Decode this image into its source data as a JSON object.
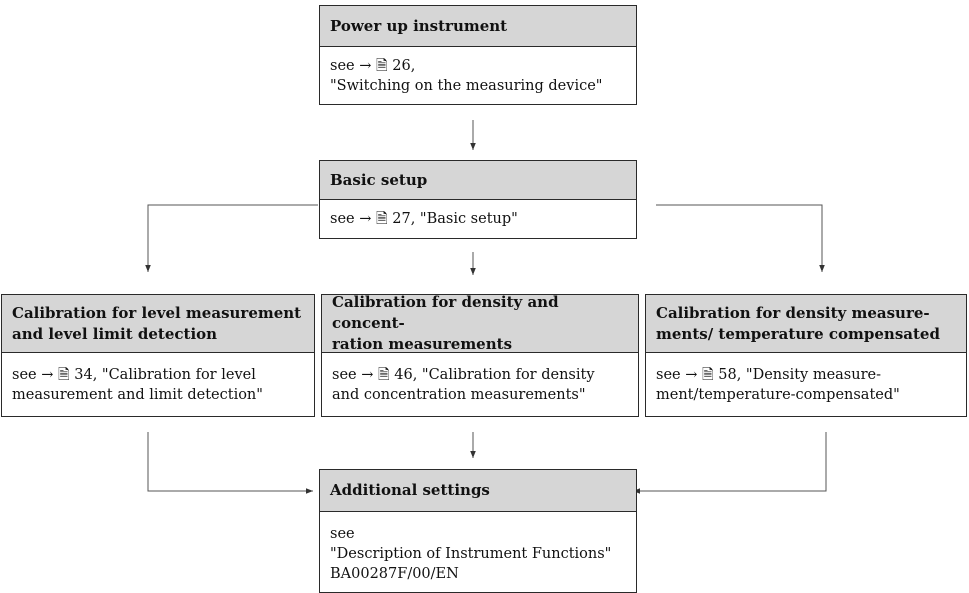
{
  "nodes": {
    "power_up": {
      "title": "Power up instrument",
      "text": "see → 🗎 26,\n\"Switching on the measuring device\""
    },
    "basic_setup": {
      "title": "Basic setup",
      "text": "see → 🗎 27, \"Basic setup\""
    },
    "calib_level": {
      "title": "Calibration for level measurement\nand level limit detection",
      "text": "see → 🗎 34, \"Calibration for level\nmeasurement and limit detection\""
    },
    "calib_density": {
      "title": "Calibration for density and concent-\nration measurements",
      "text": "see → 🗎 46, \"Calibration for density\nand concentration measurements\""
    },
    "calib_density_temp": {
      "title": "Calibration for density measure-\nments/ temperature compensated",
      "text": "see → 🗎 58, \"Density measure-\nment/temperature-compensated\""
    },
    "additional": {
      "title": "Additional settings",
      "text": "see\n\"Description of Instrument Functions\"\nBA00287F/00/EN"
    }
  },
  "colors": {
    "header_fill": "#d6d6d6",
    "border": "#2a2a2a",
    "connector": "#555555"
  }
}
